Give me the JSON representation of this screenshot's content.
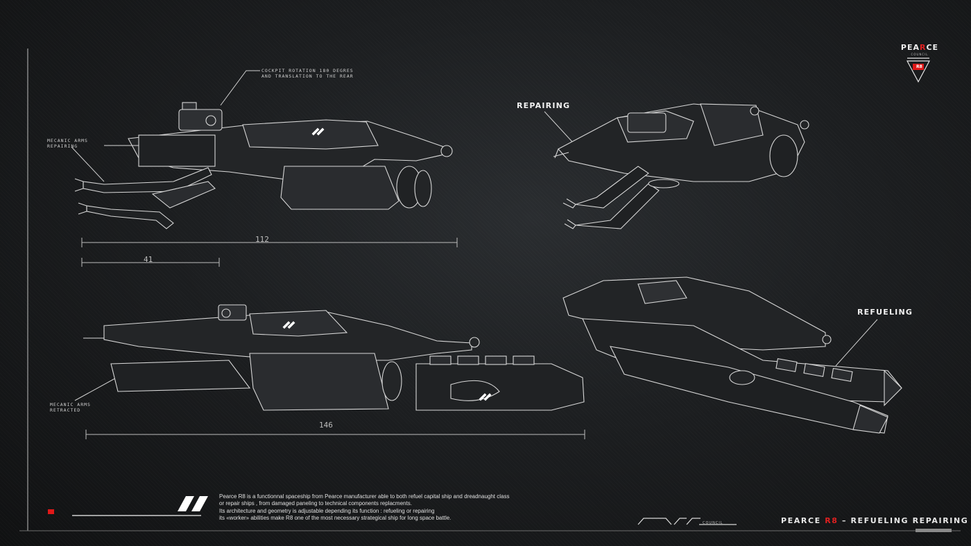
{
  "logo": {
    "name_prefix": "PEA",
    "name_accent": "R",
    "name_suffix": "CE",
    "subtitle": "COUNCIL",
    "badge": "R8"
  },
  "annotations": {
    "cockpit": [
      "COCKPIT ROTATION 180 DEGRES",
      "AND TRANSLATION TO THE REAR"
    ],
    "arms_repairing": [
      "MECANIC ARMS",
      "REPAIRING"
    ],
    "arms_retracted": [
      "MECANIC ARMS",
      "RETRACTED"
    ],
    "repairing": "REPAIRING",
    "refueling": "REFUELING"
  },
  "dimensions": {
    "length_top": "112",
    "segment_top": "41",
    "length_bottom": "146"
  },
  "description": [
    "Pearce R8 is a functionnal spaceship from Pearce manufacturer able to both refuel capital ship and dreadnaught class",
    "or repair ships , from damaged paneling to technical components replacments.",
    "Its architecture and geometry is adjustable depending its function : refueling or repairing",
    "its «worker» abilities make R8 one of the most necessary strategical ship for long space battle."
  ],
  "footer": {
    "council": "COUNCIL",
    "title_prefix": "PEARCE",
    "title_accent": "R8",
    "title_suffix": "– REFUELING REPAIRING SHIP"
  },
  "colors": {
    "accent": "#e02020",
    "line": "#d8d8d8",
    "background": "#1c1e20"
  }
}
